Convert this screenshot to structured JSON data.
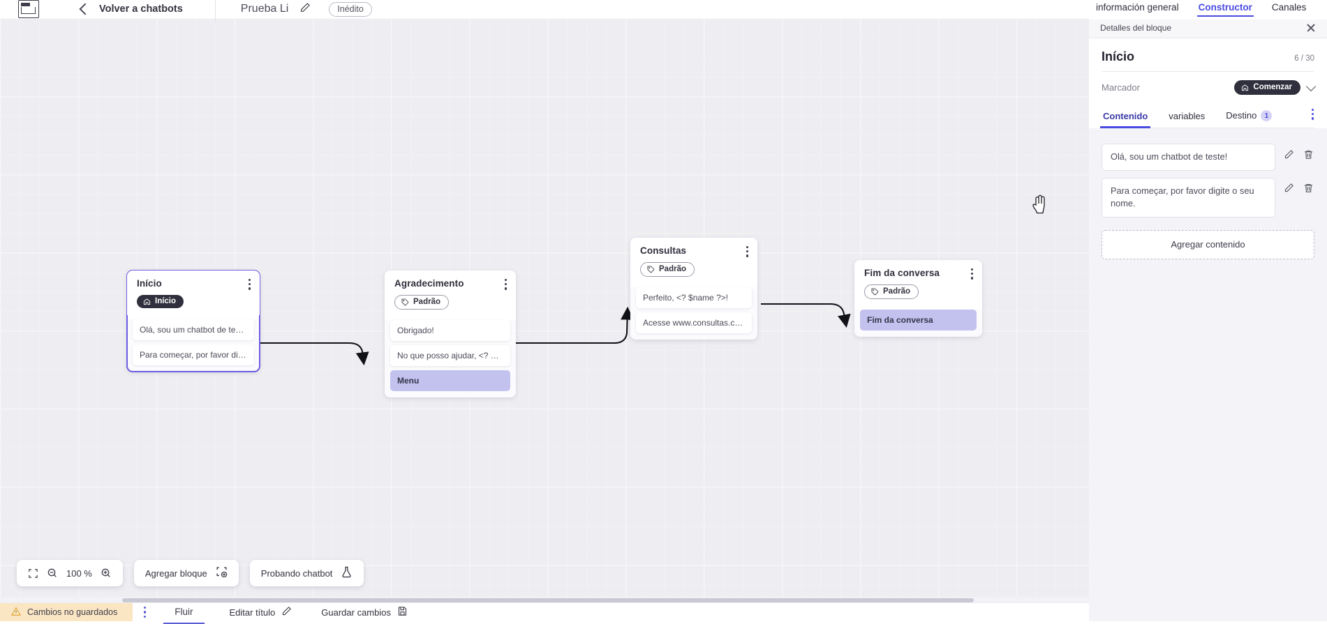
{
  "topbar": {
    "logo_icon": "app-logo-icon",
    "back_chevron_icon": "chevron-left-icon",
    "back_label": "Volver a chatbots",
    "doc_title": "Prueba Li",
    "edit_title_icon": "pencil-icon",
    "status_badge": "Inédito"
  },
  "right_tabs": [
    {
      "label": "información general",
      "active": false
    },
    {
      "label": "Constructor",
      "active": true
    },
    {
      "label": "Canales",
      "active": false
    }
  ],
  "panel": {
    "header_label": "Detalles del bloque",
    "close_icon": "close-icon",
    "title": "Início",
    "count": "6 / 30",
    "marker_label": "Marcador",
    "marker_badge": "Comenzar",
    "marker_badge_icon": "home-icon",
    "marker_chevron_icon": "chevron-down-icon",
    "tabs": [
      {
        "label": "Contenido",
        "active": true,
        "count": null
      },
      {
        "label": "variables",
        "active": false,
        "count": null
      },
      {
        "label": "Destino",
        "active": false,
        "count": "1"
      }
    ],
    "tabs_kebab_icon": "more-vertical-icon",
    "contents": [
      {
        "text": "Olá, sou um chatbot de teste!",
        "edit_icon": "pencil-icon",
        "delete_icon": "trash-icon"
      },
      {
        "text": "Para começar, por favor digite o seu nome.",
        "edit_icon": "pencil-icon",
        "delete_icon": "trash-icon"
      }
    ],
    "add_content_label": "Agregar contenido"
  },
  "canvas": {
    "cursor_icon": "hand-pointer-cursor",
    "nodes": [
      {
        "name": "inicio",
        "title": "Início",
        "tag": "Início",
        "tag_style": "dark",
        "tag_icon": "home-icon",
        "selected": true,
        "kebab_icon": "more-vertical-icon",
        "messages": [
          {
            "text": "Olá, sou um chatbot de teste!",
            "accent": false
          },
          {
            "text": "Para começar, por favor digite o ...",
            "accent": false
          }
        ]
      },
      {
        "name": "agradecimento",
        "title": "Agradecimento",
        "tag": "Padrão",
        "tag_style": "outline",
        "tag_icon": "tag-icon",
        "selected": false,
        "kebab_icon": "more-vertical-icon",
        "messages": [
          {
            "text": "Obrigado!",
            "accent": false
          },
          {
            "text": "No que posso ajudar, <? $name ...",
            "accent": false
          },
          {
            "text": "Menu",
            "accent": true
          }
        ]
      },
      {
        "name": "consultas",
        "title": "Consultas",
        "tag": "Padrão",
        "tag_style": "outline",
        "tag_icon": "tag-icon",
        "selected": false,
        "kebab_icon": "more-vertical-icon",
        "messages": [
          {
            "text": "Perfeito, <? $name ?>!",
            "accent": false
          },
          {
            "text": "Acesse www.consultas.com par...",
            "accent": false
          }
        ]
      },
      {
        "name": "fim-da-conversa",
        "title": "Fim da conversa",
        "tag": "Padrão",
        "tag_style": "outline",
        "tag_icon": "tag-icon",
        "selected": false,
        "kebab_icon": "more-vertical-icon",
        "messages": [
          {
            "text": "Fim da conversa",
            "accent": true
          }
        ]
      }
    ]
  },
  "floatbar": {
    "fit_icon": "fit-screen-icon",
    "zoom_out_icon": "zoom-out-icon",
    "zoom_level": "100 %",
    "zoom_in_icon": "zoom-in-icon",
    "add_block_label": "Agregar bloque",
    "add_block_icon": "add-block-icon",
    "test_chatbot_label": "Probando chatbot",
    "test_chatbot_icon": "flask-icon"
  },
  "statusbar": {
    "warning_icon": "warning-icon",
    "unsaved_label": "Cambios no guardados",
    "kebab_icon": "more-vertical-icon",
    "flow_tab": "Fluir",
    "edit_title_label": "Editar título",
    "edit_title_icon": "pencil-icon",
    "save_label": "Guardar cambios",
    "save_icon": "save-disk-icon"
  },
  "colors": {
    "accent": "#4a4ae0",
    "node_accent": "#c3c2ef",
    "warn_bg": "#fbe6c4",
    "canvas_bg": "#ededf1"
  }
}
